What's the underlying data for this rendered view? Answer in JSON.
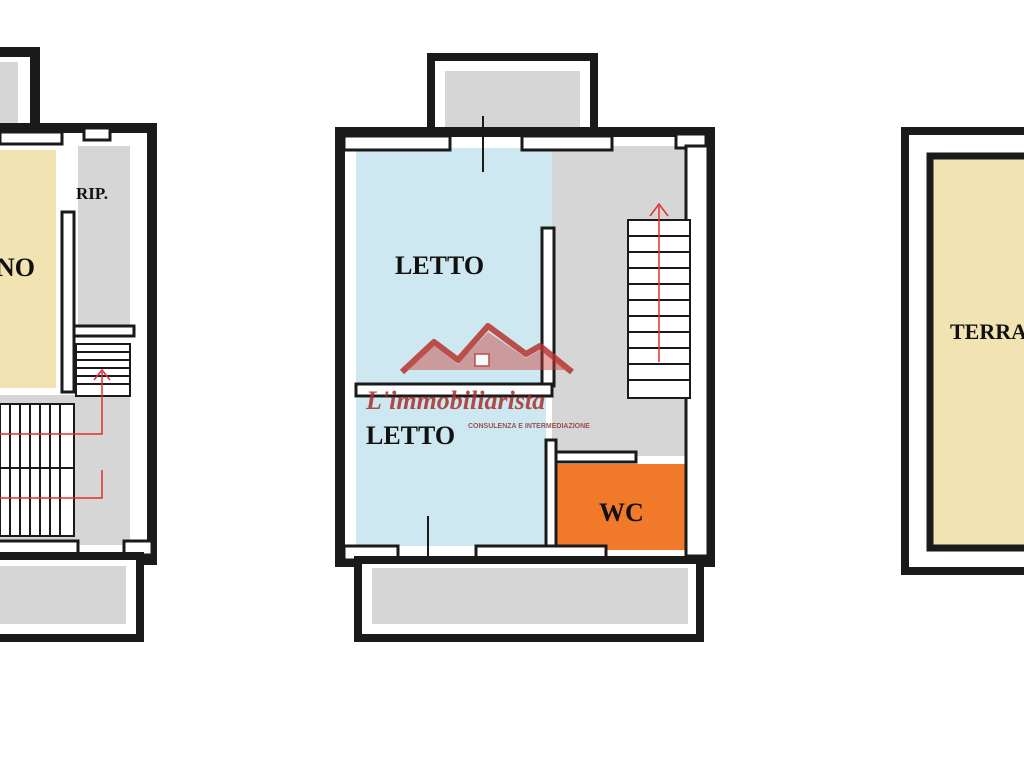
{
  "rooms": {
    "left_living": "NO",
    "left_storage": "RIP.",
    "bedroom_top": "LETTO",
    "bedroom_bottom": "LETTO",
    "bathroom": "WC",
    "terrace": "TERRA"
  },
  "watermark": {
    "brand": "L'immobiliarista",
    "tagline": "CONSULENZA E INTERMEDIAZIONE"
  },
  "colors": {
    "wall": "#1a1a1a",
    "living_fill": "#f2e3b3",
    "bedroom_fill": "#cde8f0",
    "service_fill": "#d6d6d6",
    "bathroom_fill": "#f07a2a",
    "terrace_fill": "#f2e3b3",
    "arrow": "#e03030",
    "roof": "#b8322e"
  }
}
